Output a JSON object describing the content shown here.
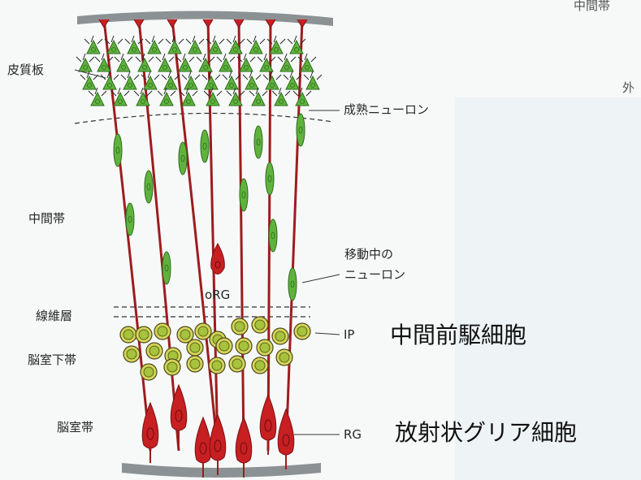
{
  "labels": {
    "cortical_plate": "皮質板",
    "mature_neuron": "成熟ニューロン",
    "intermediate_zone": "中間帯",
    "migrating_line1": "移動中の",
    "migrating_line2": "ニューロン",
    "org": "oRG",
    "fiber_layer": "線維層",
    "svz": "脳室下帯",
    "vz": "脳室帯",
    "ip": "IP",
    "rg": "RG",
    "ip_full": "中間前駆細胞",
    "rg_full": "放射状グリア細胞",
    "bg_top_right": "中間帯",
    "bg_right": "外"
  },
  "colors": {
    "radial_glia": "#c71f22",
    "radial_glia_fiber": "#9e1c1f",
    "neuron": "#5fb33d",
    "neuron_outline": "#2e6b1e",
    "progenitor_fill": "#d8d25a",
    "surface_band": "#8c9194",
    "background": "#f7f9f9"
  }
}
